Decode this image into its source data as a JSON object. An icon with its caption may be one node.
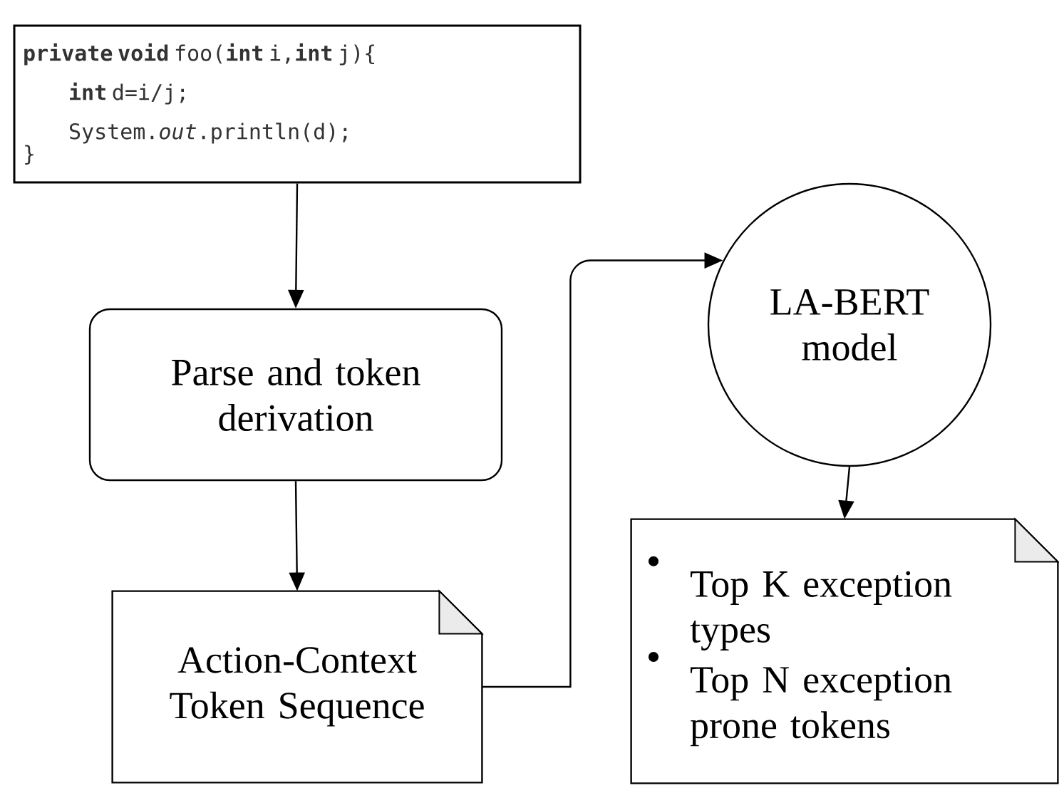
{
  "diagram": {
    "nodes": [
      {
        "text": [
          "**private** **void** foo(**int** i,**int** j){",
          "**int** d=i/j;",
          "System.*out*.println(d);",
          "}"
        ]
      },
      {
        "text": [
          "Parse and token derivation"
        ]
      },
      {
        "text": [
          "Action-Context Token Sequence"
        ]
      },
      {
        "text": [
          "LA-BERT model"
        ]
      },
      {
        "text": [
          "Top K exception types",
          "Top N exception prone tokens"
        ]
      }
    ],
    "edges": [
      {
        "from": 0,
        "to": 1,
        "arrow": "to"
      },
      {
        "from": 1,
        "to": 2,
        "arrow": "to"
      },
      {
        "from": 2,
        "to": 3,
        "arrow": "to"
      },
      {
        "from": 3,
        "to": 4,
        "arrow": "to"
      }
    ]
  }
}
